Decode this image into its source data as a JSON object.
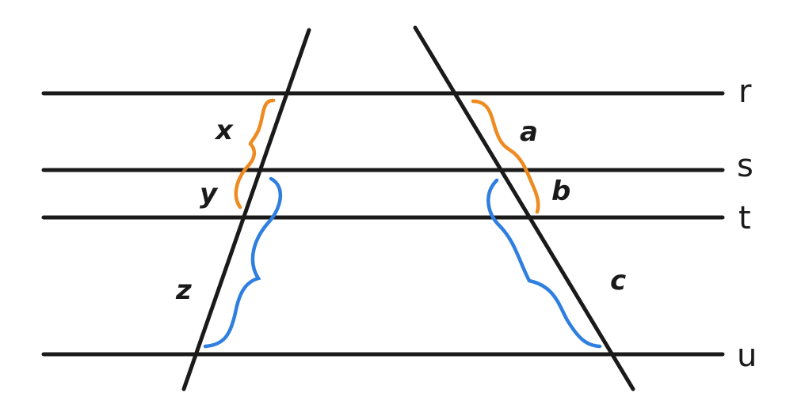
{
  "lines": {
    "r": "r",
    "s": "s",
    "t": "t",
    "u": "u"
  },
  "segments": {
    "x": "x",
    "y": "y",
    "z": "z",
    "a": "a",
    "b": "b",
    "c": "c"
  },
  "colors": {
    "line": "#1a1a1a",
    "brace_top": "#ee8a1f",
    "brace_bottom": "#2f7fe0"
  }
}
